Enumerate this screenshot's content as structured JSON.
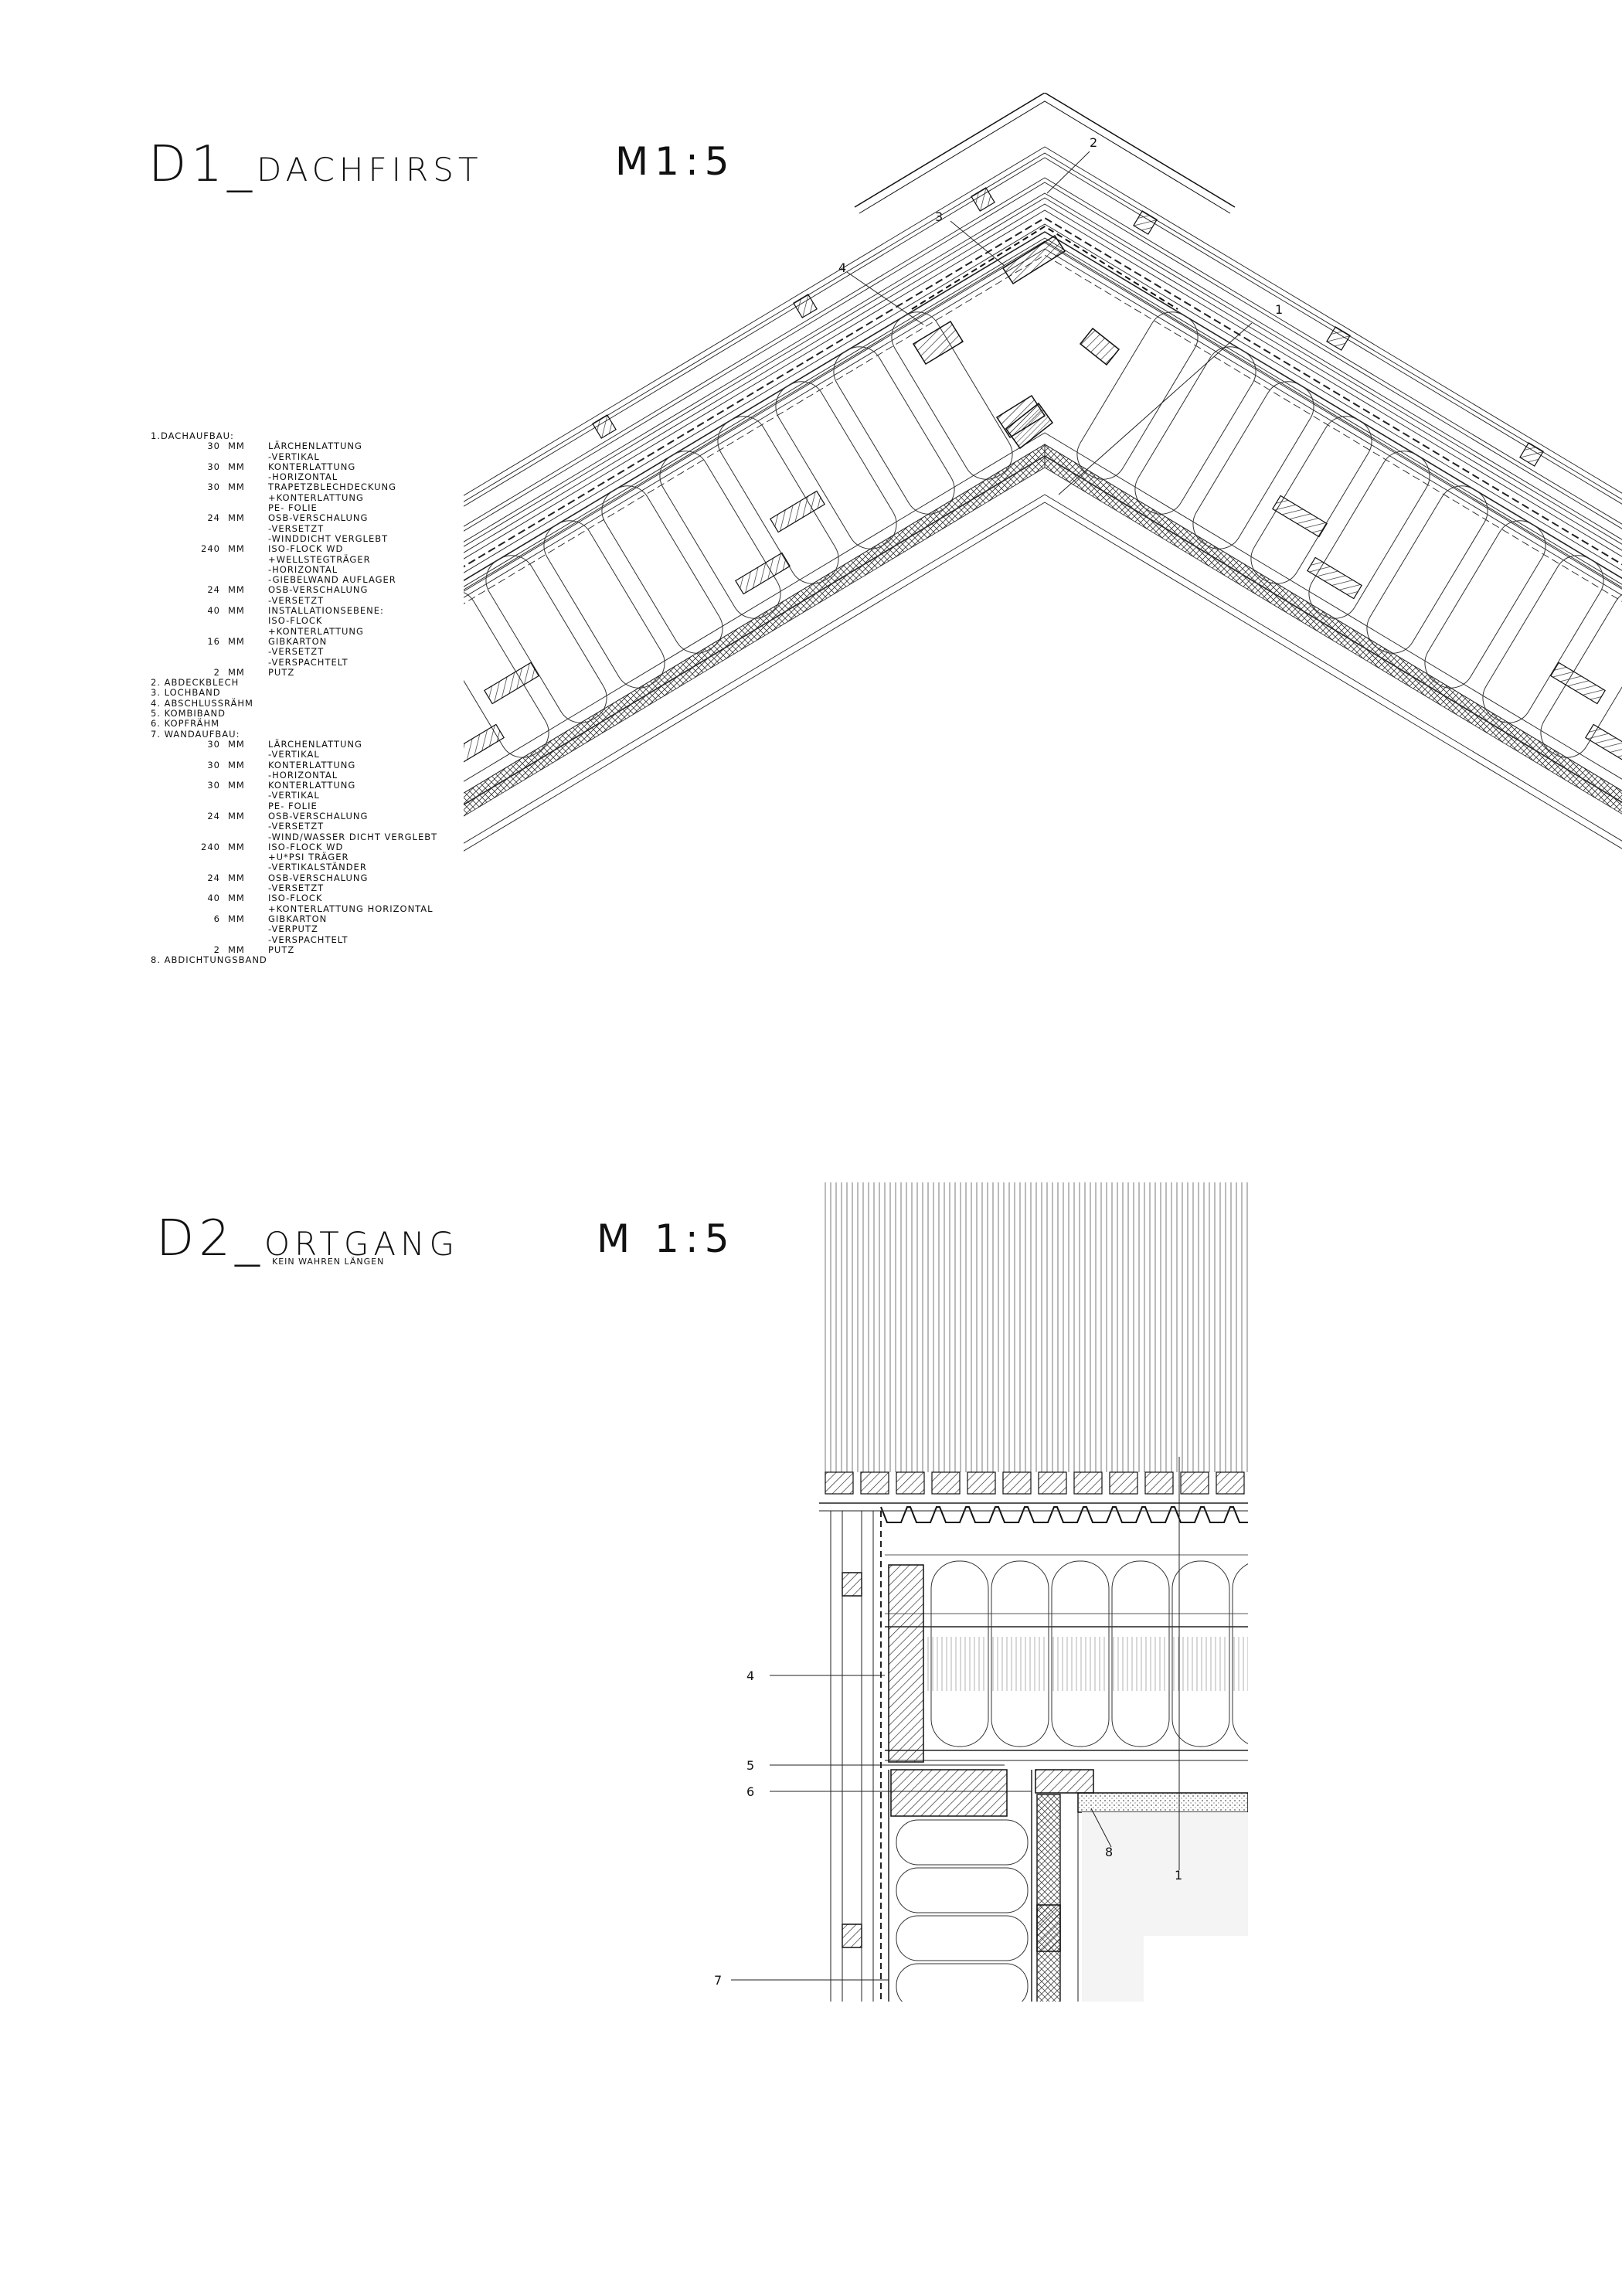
{
  "d1": {
    "title_code": "D1_",
    "title_name": "DACHFIRST",
    "scale": "M1:5",
    "callouts": [
      "1",
      "2",
      "3",
      "4"
    ]
  },
  "d2": {
    "title_code": "D2_",
    "title_name": "ORTGANG",
    "scale": "M 1:5",
    "subnote": "KEIN WAHREN LÄNGEN",
    "callouts": [
      "1",
      "4",
      "5",
      "6",
      "7",
      "8"
    ]
  },
  "legend": {
    "dach_heading": "1.DACHAUFBAU:",
    "dach_rows": [
      {
        "v": "30",
        "u": "MM",
        "t": "LÄRCHENLATTUNG"
      },
      {
        "v": "",
        "u": "",
        "t": "-VERTIKAL"
      },
      {
        "v": "30",
        "u": "MM",
        "t": "KONTERLATTUNG"
      },
      {
        "v": "",
        "u": "",
        "t": "-HORIZONTAL"
      },
      {
        "v": "30",
        "u": "MM",
        "t": "TRAPETZBLECHDECKUNG"
      },
      {
        "v": "",
        "u": "",
        "t": "+KONTERLATTUNG"
      },
      {
        "v": "",
        "u": "",
        "t": "PE- FOLIE"
      },
      {
        "v": "24",
        "u": "MM",
        "t": "OSB-VERSCHALUNG"
      },
      {
        "v": "",
        "u": "",
        "t": "-VERSETZT"
      },
      {
        "v": "",
        "u": "",
        "t": "-WINDDICHT VERGLEBT"
      },
      {
        "v": "240",
        "u": "MM",
        "t": "ISO-FLOCK WD"
      },
      {
        "v": "",
        "u": "",
        "t": "+WELLSTEGTRÄGER"
      },
      {
        "v": "",
        "u": "",
        "t": "-HORIZONTAL"
      },
      {
        "v": "",
        "u": "",
        "t": "-GIEBELWAND AUFLAGER"
      },
      {
        "v": "24",
        "u": "MM",
        "t": "OSB-VERSCHALUNG"
      },
      {
        "v": "",
        "u": "",
        "t": "-VERSETZT"
      },
      {
        "v": "40",
        "u": "MM",
        "t": "INSTALLATIONSEBENE:"
      },
      {
        "v": "",
        "u": "",
        "t": "ISO-FLOCK"
      },
      {
        "v": "",
        "u": "",
        "t": "+KONTERLATTUNG"
      },
      {
        "v": "16",
        "u": "MM",
        "t": "GIBKARTON"
      },
      {
        "v": "",
        "u": "",
        "t": "-VERSETZT"
      },
      {
        "v": "",
        "u": "",
        "t": "-VERSPACHTELT"
      },
      {
        "v": "2",
        "u": "MM",
        "t": "PUTZ"
      }
    ],
    "items": [
      "2. ABDECKBLECH",
      "3. LOCHBAND",
      "4. ABSCHLUSSRÄHM",
      "5. KOMBIBAND",
      "6. KOPFRÄHM",
      "7. WANDAUFBAU:"
    ],
    "wand_rows": [
      {
        "v": "30",
        "u": "MM",
        "t": "LÄRCHENLATTUNG"
      },
      {
        "v": "",
        "u": "",
        "t": "-VERTIKAL"
      },
      {
        "v": "30",
        "u": "MM",
        "t": "KONTERLATTUNG"
      },
      {
        "v": "",
        "u": "",
        "t": "-HORIZONTAL"
      },
      {
        "v": "30",
        "u": "MM",
        "t": "KONTERLATTUNG"
      },
      {
        "v": "",
        "u": "",
        "t": "-VERTIKAL"
      },
      {
        "v": "",
        "u": "",
        "t": "PE- FOLIE"
      },
      {
        "v": "24",
        "u": "MM",
        "t": "OSB-VERSCHALUNG"
      },
      {
        "v": "",
        "u": "",
        "t": "-VERSETZT"
      },
      {
        "v": "",
        "u": "",
        "t": "-WIND/WASSER DICHT VERGLEBT"
      },
      {
        "v": "240",
        "u": "MM",
        "t": "ISO-FLOCK WD"
      },
      {
        "v": "",
        "u": "",
        "t": "+U*PSI TRÄGER"
      },
      {
        "v": "",
        "u": "",
        "t": "-VERTIKALSTÄNDER"
      },
      {
        "v": "24",
        "u": "MM",
        "t": "OSB-VERSCHALUNG"
      },
      {
        "v": "",
        "u": "",
        "t": "-VERSETZT"
      },
      {
        "v": "40",
        "u": "MM",
        "t": "ISO-FLOCK"
      },
      {
        "v": "",
        "u": "",
        "t": "+KONTERLATTUNG HORIZONTAL"
      },
      {
        "v": "6",
        "u": "MM",
        "t": "GIBKARTON"
      },
      {
        "v": "",
        "u": "",
        "t": "-VERPUTZ"
      },
      {
        "v": "",
        "u": "",
        "t": "-VERSPACHTELT"
      },
      {
        "v": "2",
        "u": "MM",
        "t": "PUTZ"
      }
    ],
    "final_item": "8. ABDICHTUNGSBAND"
  }
}
